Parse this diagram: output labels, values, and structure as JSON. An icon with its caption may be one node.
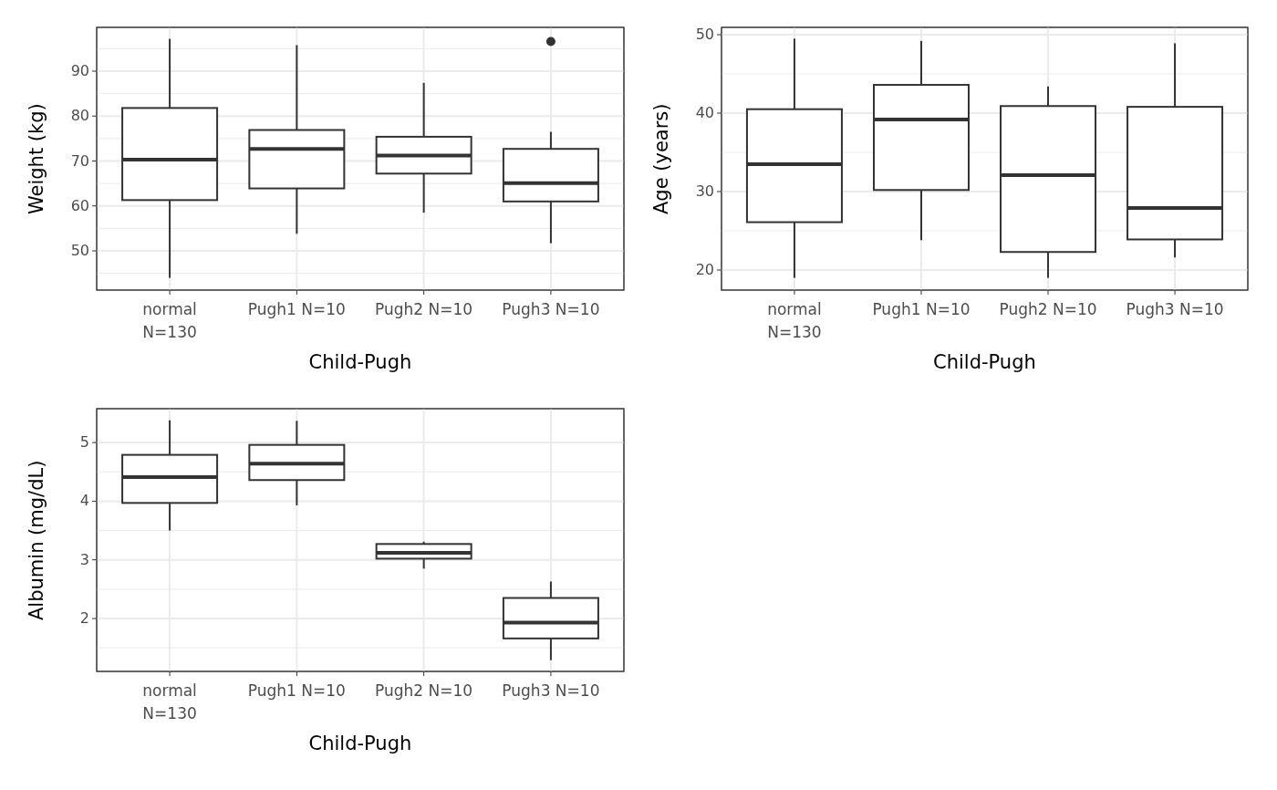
{
  "diagram": {
    "labels": [
      "90",
      "80",
      "70",
      "60",
      "50",
      "Weight (kg)",
      "normal N=130",
      "Pugh1 N=10",
      "Pugh2 N=10",
      "Pugh3 N=10",
      "Child-Pugh",
      "50",
      "40",
      "30",
      "20",
      "Age (years)",
      "normal N=130",
      "Pugh1 N=10",
      "Pugh2 N=10",
      "Pugh3 N=10",
      "Child-Pugh",
      "5",
      "4",
      "3",
      "2",
      "Albumin (mg/dL)",
      "normal N=130",
      "Pugh1 N=10",
      "Pugh2 N=10",
      "Pugh3 N=10",
      "Child-Pugh"
    ]
  }
}
